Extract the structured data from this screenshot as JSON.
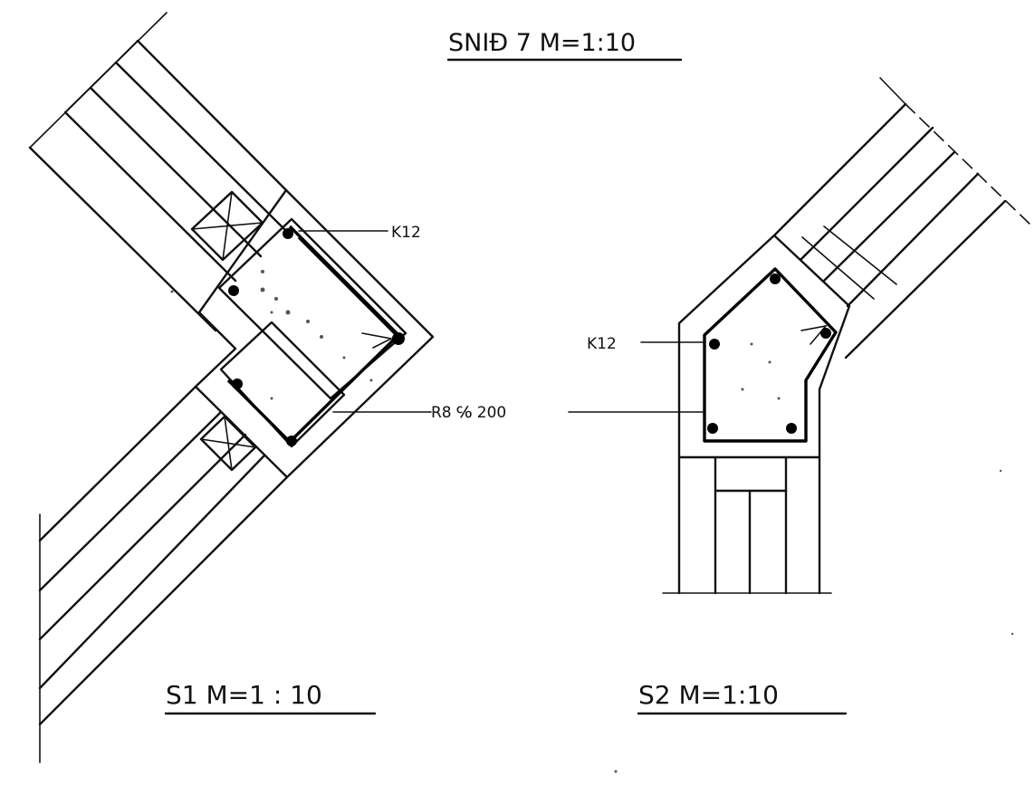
{
  "title": "SNIÐ 7  M=1:10",
  "labels": {
    "s1_bar": "K12",
    "s1_stirrup": "R8 ℅ 200",
    "s2_bar": "K12"
  },
  "captions": {
    "s1": "S1   M=1 : 10",
    "s2": "S2  M=1:10"
  }
}
